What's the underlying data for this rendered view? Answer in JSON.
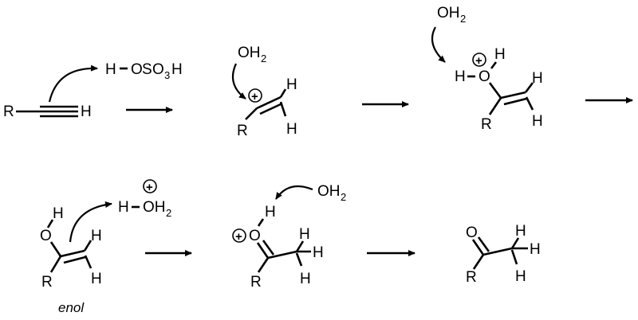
{
  "colors": {
    "ink": "#000000",
    "background": "#ffffff"
  },
  "atoms": {
    "R": "R",
    "H": "H",
    "O": "O",
    "OH": "OH",
    "two": "2",
    "three": "3",
    "plus": "+",
    "H_dash_O": "H–O",
    "S": "S",
    "O_after_S": "O",
    "reagent_H": "H"
  },
  "labels": {
    "enol": "enol"
  },
  "steps": [
    {
      "id": "alkyne-protonation"
    },
    {
      "id": "vinyl-cation-water-attack"
    },
    {
      "id": "oxonium-deprotonation"
    },
    {
      "id": "enol-tautomerization"
    },
    {
      "id": "carbonyl-deprotonation"
    },
    {
      "id": "ketone-product"
    }
  ]
}
